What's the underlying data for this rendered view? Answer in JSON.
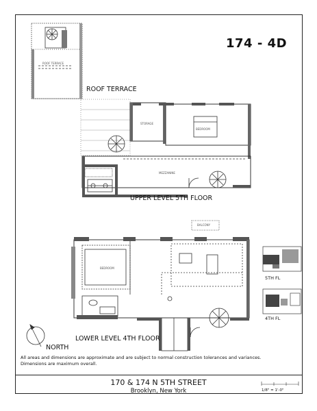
{
  "unit_id": "174 - 4D",
  "labels": {
    "roof_terrace": "ROOF TERRACE",
    "upper_level": "UPPER LEVEL 5TH FLOOR",
    "lower_level": "LOWER LEVEL 4TH FLOOR",
    "north": "NORTH",
    "key_5th": "5TH FL",
    "key_4th": "4TH FL"
  },
  "disclaimer": "All areas and dimensions are approximate and are subject to normal construction tolerances and variances. Dimensions are maximum overall.",
  "address": {
    "street": "170 & 174 N 5TH STREET",
    "city": "Brooklyn, New York"
  },
  "scale": "1/8\" = 1'-0\""
}
